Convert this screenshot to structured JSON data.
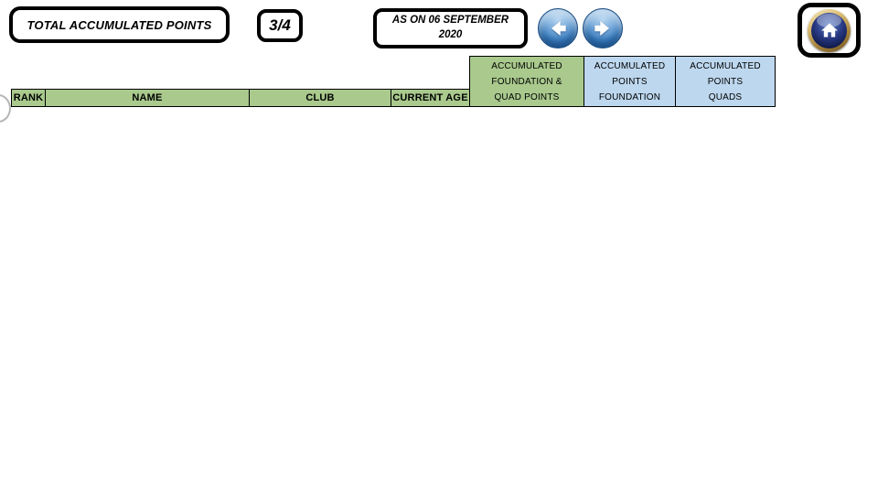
{
  "header": {
    "title": "TOTAL ACCUMULATED POINTS",
    "page_indicator": "3/4",
    "date_line1": "AS ON 06 SEPTEMBER",
    "date_line2": "2020"
  },
  "nav": {
    "prev_icon": "arrow-left",
    "next_icon": "arrow-right",
    "home_icon": "home"
  },
  "table": {
    "header_row": [
      {
        "label": "RANK"
      },
      {
        "label": "NAME"
      },
      {
        "label": "CLUB"
      },
      {
        "label": "CURRENT AGE"
      }
    ],
    "tall_headers": [
      {
        "lines": [
          "ACCUMULATED",
          "FOUNDATION &",
          "QUAD POINTS"
        ]
      },
      {
        "lines": [
          "ACCUMULATED",
          "POINTS",
          "FOUNDATION"
        ]
      },
      {
        "lines": [
          "ACCUMULATED",
          "POINTS",
          "QUADS"
        ]
      }
    ],
    "rows": []
  },
  "colors": {
    "header_green": "#A9C98D",
    "header_blue": "#BDD7EE",
    "box_border": "#000000",
    "nav_blue": "#2E75B6",
    "home_gold": "#C9A84C",
    "home_navy": "#14245E"
  }
}
